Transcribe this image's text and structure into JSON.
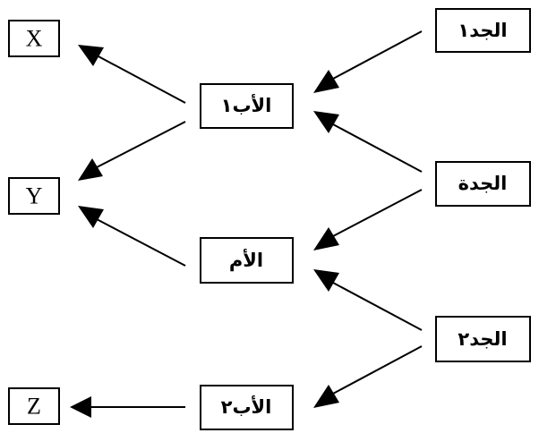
{
  "nodes": {
    "grandfather1": "الجد١",
    "grandmother": "الجدة",
    "grandfather2": "الجد٢",
    "father1": "الأب١",
    "mother": "الأم",
    "father2": "الأب٢",
    "x": "X",
    "y": "Y",
    "z": "Z"
  },
  "edges": [
    {
      "from": "grandfather1",
      "to": "father1"
    },
    {
      "from": "grandmother",
      "to": "father1"
    },
    {
      "from": "grandmother",
      "to": "mother"
    },
    {
      "from": "grandfather2",
      "to": "mother"
    },
    {
      "from": "grandfather2",
      "to": "father2"
    },
    {
      "from": "father1",
      "to": "x"
    },
    {
      "from": "father1",
      "to": "y"
    },
    {
      "from": "mother",
      "to": "y"
    },
    {
      "from": "father2",
      "to": "z"
    }
  ]
}
